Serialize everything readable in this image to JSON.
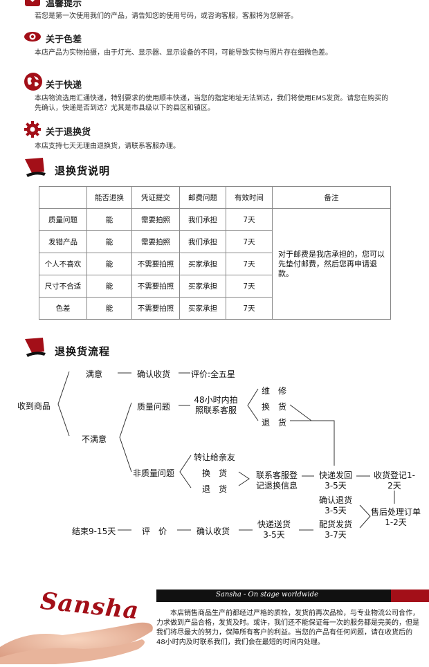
{
  "notices": [
    {
      "title": "温馨提示",
      "icon": "heart-icon",
      "body": "若您是第一次使用我们的产品，请告知您的使用号码，或咨询客服，客服将为您解答。"
    },
    {
      "title": "关于色差",
      "icon": "eye-icon",
      "body": "本店产品为实物拍摄，由于灯光、显示器、显示设备的不同，可能导致实物与照片存在细微色差。"
    },
    {
      "title": "关于快递",
      "icon": "globe-icon",
      "body": "本店物流选用汇通快递，特别要求的使用顺丰快递，当您的指定地址无法到达，我们将使用EMS发货。请您在购买的先确认，快递是否到达？尤其是市县级以下的县区和镇区。"
    },
    {
      "title": "关于退换货",
      "icon": "gear-icon",
      "body": "本店支持七天无理由退换货，请联系客服办理。"
    }
  ],
  "return_table": {
    "heading": "退换货说明",
    "columns": [
      "",
      "能否退换",
      "凭证提交",
      "邮费问题",
      "有效时间",
      "备注"
    ],
    "rows": [
      [
        "质量问题",
        "能",
        "需要拍照",
        "我们承担",
        "7天"
      ],
      [
        "发错产品",
        "能",
        "需要拍照",
        "我们承担",
        "7天"
      ],
      [
        "个人不喜欢",
        "能",
        "不需要拍照",
        "买家承担",
        "7天"
      ],
      [
        "尺寸不合适",
        "能",
        "不需要拍照",
        "买家承担",
        "7天"
      ],
      [
        "色差",
        "能",
        "不需要拍照",
        "买家承担",
        "7天"
      ]
    ],
    "note": "对于邮费是我店承担的，您可以先垫付邮费，然后您再申请退款。"
  },
  "flow": {
    "heading": "退换货流程",
    "received": "收到商品",
    "satisfied": "满意",
    "confirm_receipt": "确认收货",
    "rate_five": "评价:全五星",
    "unsatisfied": "不满意",
    "quality_issue": "质量问题",
    "photo_48h": "48小时内拍照联系客服",
    "repair": "维　修",
    "exchange": "换　货",
    "refund": "退　货",
    "non_quality": "非质量问题",
    "gift": "转让给亲友",
    "exchange2": "换　货",
    "refund2": "退　货",
    "cs_register": "联系客服登记退换信息",
    "express_back": "快递发回3-5天",
    "receive_register": "收货登记1-2天",
    "after_sales": "售后处理订单1-2天",
    "confirm_refund": "确认退货3-5天",
    "ship_replacement": "配货发货3-7天",
    "express_delivery": "快递送货3-5天",
    "confirm_receipt2": "确认收货",
    "rate": "评　价",
    "end": "结束9-15天"
  },
  "footer": {
    "logo_text": "Sansha",
    "slogan": "Sansha - On stage worldwide",
    "text": "本店销售商品生产前都经过严格的质检，发货前再次品检，与专业物流公司合作，力求做到产品合格，发货及时。或许，我们还不能保证每一次的服务都是完美的，但是我们将尽最大的努力，保障所有客户的利益。当您的产品有任何问题，请在收货后的48小时内及时联系我们，我们会在最短的时间内处理。"
  },
  "colors": {
    "accent": "#a30f18",
    "dark": "#111111"
  }
}
